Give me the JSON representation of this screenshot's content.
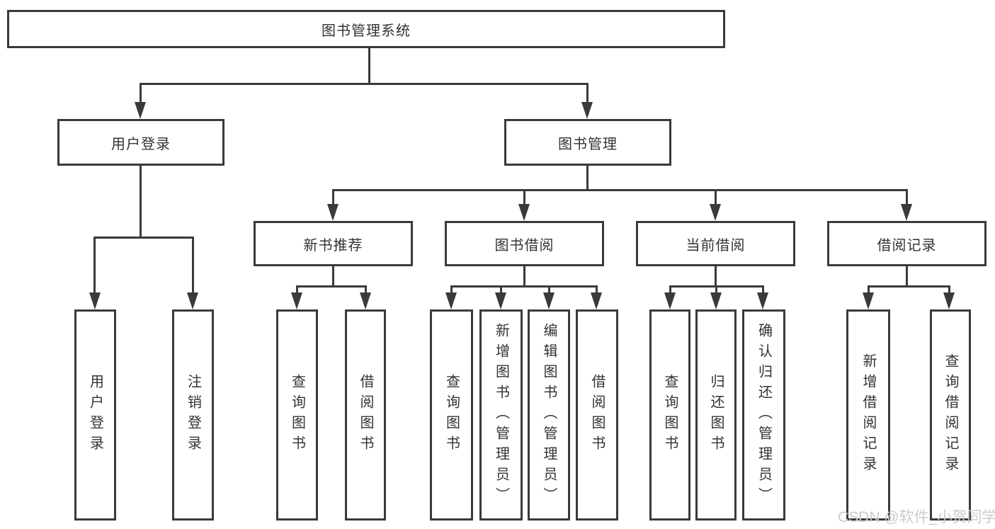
{
  "diagram_title": "图书管理系统",
  "watermark": "CSDN @软件_小贺同学",
  "colors": {
    "line": "#3a3a3a",
    "text": "#333333",
    "watermark": "#cccccc",
    "background": "#ffffff"
  },
  "tree": {
    "label": "图书管理系统",
    "children": [
      {
        "label": "用户登录",
        "children": [
          {
            "label": "用户登录"
          },
          {
            "label": "注销登录"
          }
        ]
      },
      {
        "label": "图书管理",
        "children": [
          {
            "label": "新书推荐",
            "children": [
              {
                "label": "查询图书"
              },
              {
                "label": "借阅图书"
              }
            ]
          },
          {
            "label": "图书借阅",
            "children": [
              {
                "label": "查询图书"
              },
              {
                "label": "新增图书（管理员）"
              },
              {
                "label": "编辑图书（管理员）"
              },
              {
                "label": "借阅图书"
              }
            ]
          },
          {
            "label": "当前借阅",
            "children": [
              {
                "label": "查询图书"
              },
              {
                "label": "归还图书"
              },
              {
                "label": "确认归还（管理员）"
              }
            ]
          },
          {
            "label": "借阅记录",
            "children": [
              {
                "label": "新增借阅记录"
              },
              {
                "label": "查询借阅记录"
              }
            ]
          }
        ]
      }
    ]
  }
}
